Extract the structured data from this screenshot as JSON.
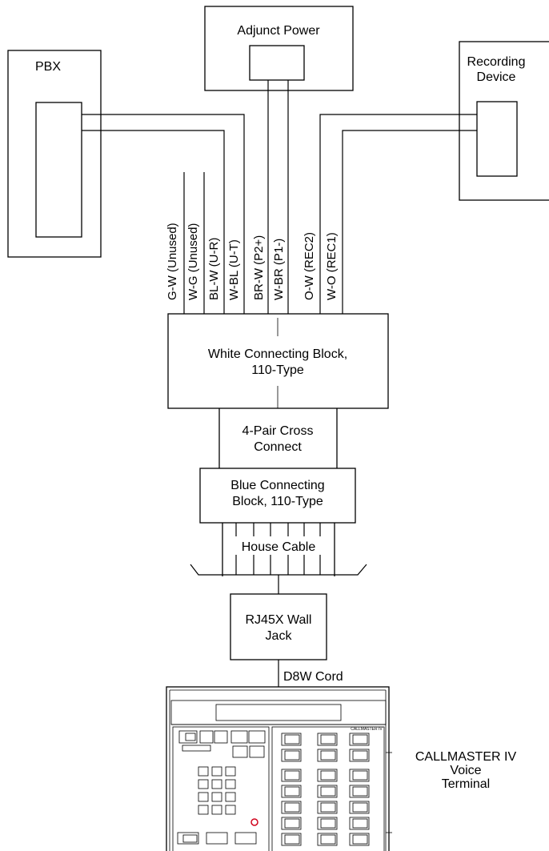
{
  "nodes": {
    "pbx": "PBX",
    "adjunct": "Adjunct Power",
    "recording": [
      "Recording",
      "Device"
    ],
    "white_block": [
      "White Connecting Block,",
      "110-Type"
    ],
    "cross_connect": [
      "4-Pair Cross",
      "Connect"
    ],
    "blue_block": [
      "Blue Connecting",
      "Block, 110-Type"
    ],
    "house_cable": "House Cable",
    "wall_jack": [
      "RJ45X Wall",
      "Jack"
    ],
    "cord": "D8W Cord",
    "terminal": [
      "CALLMASTER IV",
      "Voice",
      "Terminal"
    ],
    "terminal_brand": "CALLMASTER IV"
  },
  "wires": [
    "G-W (Unused)",
    "W-G (Unused)",
    "BL-W (U-R)",
    "W-BL (U-T)",
    "BR-W (P2+)",
    "W-BR (P1-)",
    "O-W (REC2)",
    "W-O (REC1)"
  ]
}
